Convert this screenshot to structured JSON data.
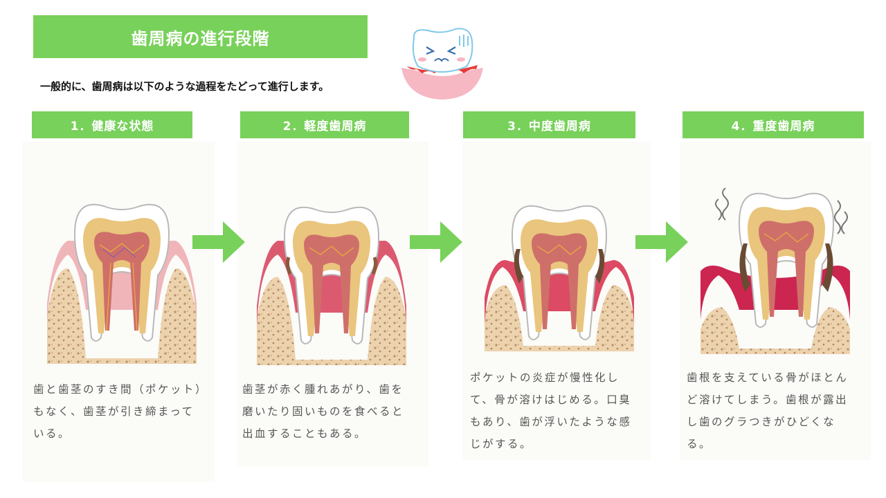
{
  "title": "歯周病の進行段階",
  "intro": "一般的に、歯周病は以下のような過程をたどって進行します。",
  "stages": [
    {
      "label": "1．健康な状態",
      "description": "歯と歯茎のすき間（ポケット）\nもなく、歯茎が引き締まって\nいる。"
    },
    {
      "label": "2．軽度歯周病",
      "description": "歯茎が赤く腫れあがり、歯を\n磨いたり固いものを食べると\n出血することもある。"
    },
    {
      "label": "3．中度歯周病",
      "description": "ポケットの炎症が慢性化し\nて、骨が溶けはじめる。口臭\nもあり、歯が浮いたような感\nじがする。"
    },
    {
      "label": "4．重度歯周病",
      "description": "歯根を支えている骨がほとん\nど溶けてしまう。歯根が露出\nし歯のグラつきがひどくな\nる。"
    }
  ],
  "colors": {
    "accent_green": "#78d15a",
    "gum_healthy": "#f0b5b9",
    "gum_inflamed": "#dc4a63",
    "bone": "#ecd2ad",
    "tartar": "#6b4a33"
  }
}
